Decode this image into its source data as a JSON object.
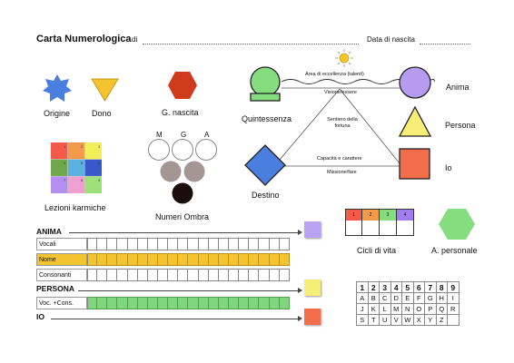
{
  "header": {
    "title": "Carta Numerologica",
    "di": "di",
    "date_label": "Data di nascita"
  },
  "symbols": {
    "origine": "Origine",
    "dono": "Dono",
    "g_nascita": "G. nascita",
    "lezioni": "Lezioni karmiche",
    "numeri_ombra": "Numeri Ombra",
    "m": "M",
    "g": "G",
    "a": "A"
  },
  "karmic_grid": [
    "1",
    "2",
    "3",
    "4",
    "5",
    "6",
    "7",
    "8",
    "9"
  ],
  "diagram": {
    "quintessenza": "Quintessenza",
    "anima": "Anima",
    "persona": "Persona",
    "io": "Io",
    "destino": "Destino",
    "area": "Area di eccellenza (talenti)",
    "visione": "Visione/essere",
    "sentiero": "Sentiero della fortuna",
    "capacita": "Capacità e carattere",
    "missione": "Missione/fare"
  },
  "cicli": {
    "label": "Cicli di vita",
    "cells": [
      "1",
      "2",
      "3",
      "4"
    ],
    "a_personale": "A. personale"
  },
  "rows": {
    "anima": "ANIMA",
    "vocali": "Vocali",
    "nome": "Nome",
    "consonanti": "Consonanti",
    "persona": "PERSONA",
    "voc_cons": "Voc. +Cons.",
    "io": "IO"
  },
  "alphabet": {
    "header": [
      "1",
      "2",
      "3",
      "4",
      "5",
      "6",
      "7",
      "8",
      "9"
    ],
    "rows": [
      [
        "A",
        "B",
        "C",
        "D",
        "E",
        "F",
        "G",
        "H",
        "I"
      ],
      [
        "J",
        "K",
        "L",
        "M",
        "N",
        "O",
        "P",
        "Q",
        "R"
      ],
      [
        "S",
        "T",
        "U",
        "V",
        "W",
        "X",
        "Y",
        "Z",
        ""
      ]
    ]
  },
  "colors": {
    "blue": "#4a7fe0",
    "yellow": "#f4c430",
    "red": "#d03a1c",
    "green": "#86dd80",
    "purple": "#b59cf0",
    "orange": "#f26d4a",
    "lilac": "#b9a3f2",
    "lemon": "#f6ee76"
  }
}
